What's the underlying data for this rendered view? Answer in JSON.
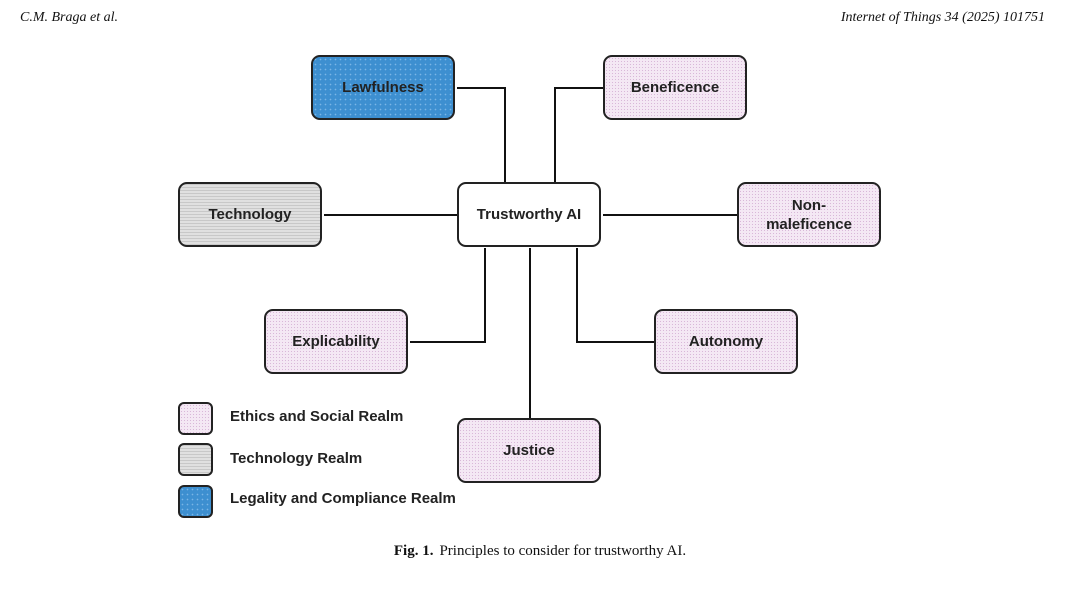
{
  "header": {
    "authors": "C.M. Braga et al.",
    "journal": "Internet of Things 34 (2025) 101751"
  },
  "diagram": {
    "center": "Trustworthy AI",
    "nodes": {
      "lawfulness": "Lawfulness",
      "beneficence": "Beneficence",
      "technology": "Technology",
      "non_maleficence": "Non-maleficence",
      "explicability": "Explicability",
      "autonomy": "Autonomy",
      "justice": "Justice"
    },
    "legend": [
      {
        "label": "Ethics and Social Realm",
        "color": "#f4e8f4"
      },
      {
        "label": "Technology Realm",
        "color": "#d0d0d0"
      },
      {
        "label": "Legality and Compliance Realm",
        "color": "#3d8fd0"
      }
    ]
  },
  "caption": {
    "label": "Fig. 1.",
    "text": "Principles to consider for trustworthy AI."
  }
}
